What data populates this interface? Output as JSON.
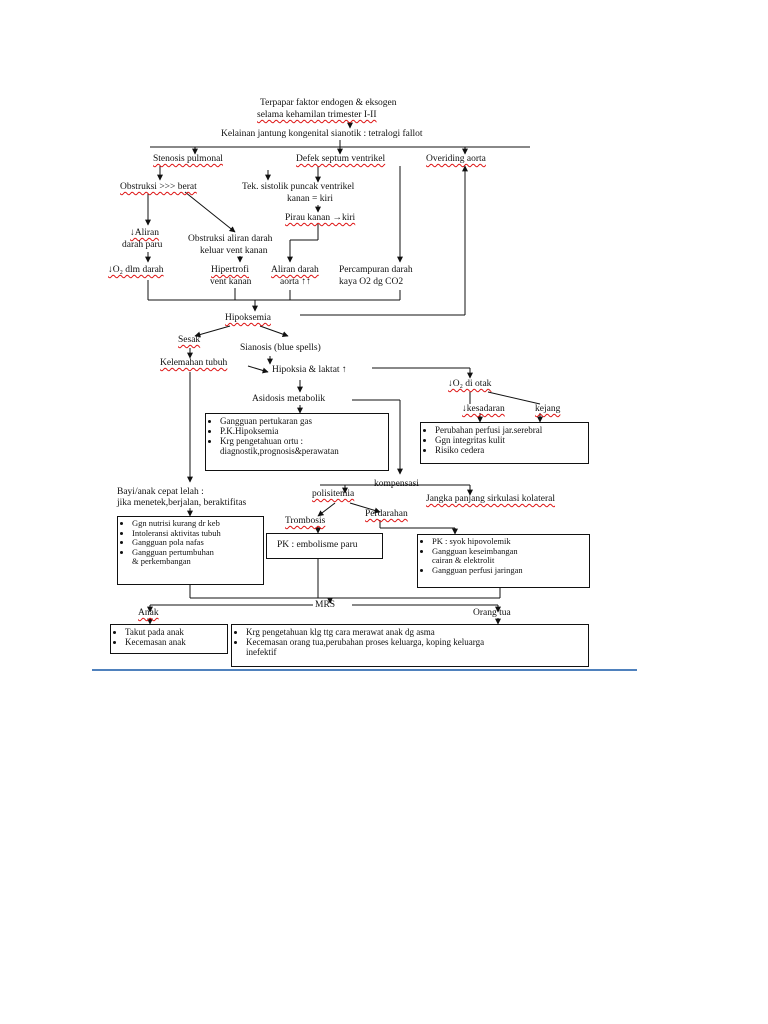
{
  "header": {
    "line1": "Terpapar faktor endogen & eksogen",
    "line2": "selama kehamilan trimester I-II",
    "main": "Kelainan jantung kongenital sianotik : tetralogi fallot"
  },
  "row1": {
    "stenosis": "Stenosis pulmonal",
    "defek": "Defek septum ventrikel",
    "overiding": "Overiding aorta"
  },
  "row2": {
    "obstruksi": "Obstruksi >>> berat",
    "tek_line1": "Tek. sistolik puncak ventrikel",
    "tek_line2": "kanan = kiri",
    "pirau": "Pirau kanan →kiri"
  },
  "row3": {
    "aliran_line1": "↓Aliran",
    "aliran_line2": "darah paru",
    "obs2_line1": "Obstruksi aliran darah",
    "obs2_line2": "keluar vent kanan"
  },
  "row4": {
    "o2": "↓O₂ dlm darah",
    "hiper_line1": "Hipertrofi",
    "hiper_line2": "vent kanan",
    "aliran_aorta_line1": "Aliran darah",
    "aliran_aorta_line2": "aorta ↑↑",
    "campur_line1": "Percampuran darah",
    "campur_line2": "kaya O2 dg CO2"
  },
  "row5": {
    "hipoksemia": "Hipoksemia",
    "sesak": "Sesak",
    "sianosis": "Sianosis (blue spells)",
    "kelemahan": "Kelemahan tubuh",
    "hipoksia": "Hipoksia & laktat ↑",
    "o2_otak": "↓O₂ di otak",
    "kesadaran": "↓kesadaran",
    "kejang": "kejang",
    "asidosis": "Asidosis metabolik"
  },
  "box_asidosis": [
    "Gangguan pertukaran gas",
    "P.K.Hipoksemia",
    "Krg pengetahuan ortu :",
    "diagnostik,prognosis&perawatan"
  ],
  "box_otak": [
    "Perubahan perfusi jar.serebral",
    "Ggn integritas kulit",
    "Risiko cedera"
  ],
  "row6": {
    "bayi_line1": "Bayi/anak cepat lelah :",
    "bayi_line2": "jika menetek,berjalan, beraktifitas",
    "polisitemia": "polisitemia",
    "kompensasi": "kompensasi",
    "jangka": "Jangka panjang sirkulasi kolateral",
    "trombosis": "Trombosis",
    "perdarahan": "Perdarahan",
    "pk_emboli": "PK : embolisme paru"
  },
  "box_bayi": [
    "Ggn nutrisi kurang dr keb",
    "Intoleransi aktivitas tubuh",
    "Gangguan pola nafas",
    "Gangguan pertumbuhan",
    "& perkembangan"
  ],
  "box_syok": [
    "PK : syok hipovolemik",
    "Gangguan      keseimbangan",
    "cairan & elektrolit",
    "Gangguan perfusi jaringan"
  ],
  "row7": {
    "mrs": "MRS",
    "anak": "Anak",
    "orang_tua": "Orang tua"
  },
  "box_anak": [
    "Takut pada anak",
    "Kecemasan anak"
  ],
  "box_ortu": [
    "Krg pengetahuan klg ttg cara merawat anak dg asma",
    "Kecemasan orang tua,perubahan proses keluarga, koping keluarga",
    "inefektif"
  ]
}
